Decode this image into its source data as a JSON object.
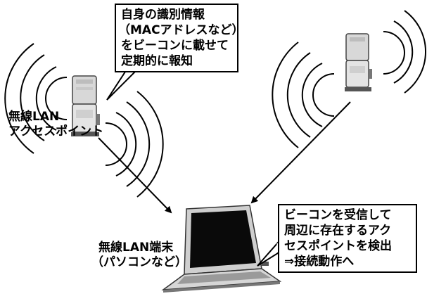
{
  "ap_left": {
    "label_lines": [
      "無線LAN",
      "アクセスポイント"
    ],
    "callout_lines": [
      "自身の識別情報",
      "（MACアドレスなど）",
      "をビーコンに載せて",
      "定期的に報知"
    ]
  },
  "terminal": {
    "label_lines": [
      "無線LAN端末",
      "（パソコンなど）"
    ],
    "callout_lines": [
      "ビーコンを受信して",
      "周辺に存在するアク",
      "セスポイントを検出",
      "⇒接続動作へ"
    ]
  },
  "icons": [
    "access-point-icon",
    "laptop-icon",
    "radio-wave-icon",
    "arrow-icon"
  ]
}
